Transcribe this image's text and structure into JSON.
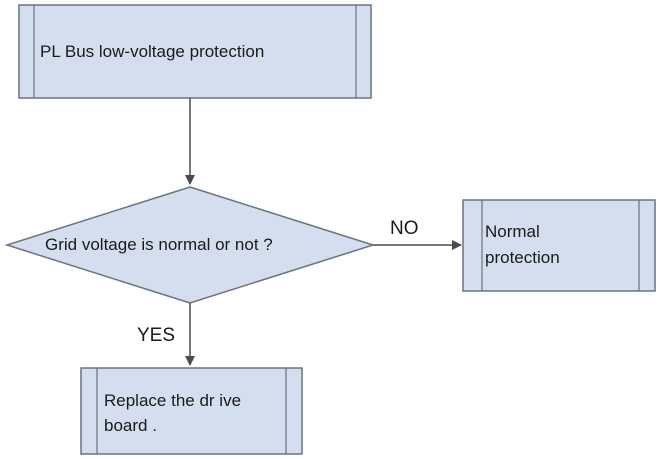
{
  "flowchart": {
    "start_box": {
      "text": "PL Bus low-voltage protection"
    },
    "decision": {
      "text": "Grid voltage is normal or not ?"
    },
    "no_branch": {
      "label": "NO",
      "box_line1": "Normal",
      "box_line2": "protection"
    },
    "yes_branch": {
      "label": "YES",
      "box_line1": "Replace the dr ive",
      "box_line2": "board ."
    }
  },
  "colors": {
    "box_fill": "#d5deee",
    "box_stroke": "#6b7280",
    "line": "#4a4a4a",
    "text": "#1a1a1a"
  }
}
